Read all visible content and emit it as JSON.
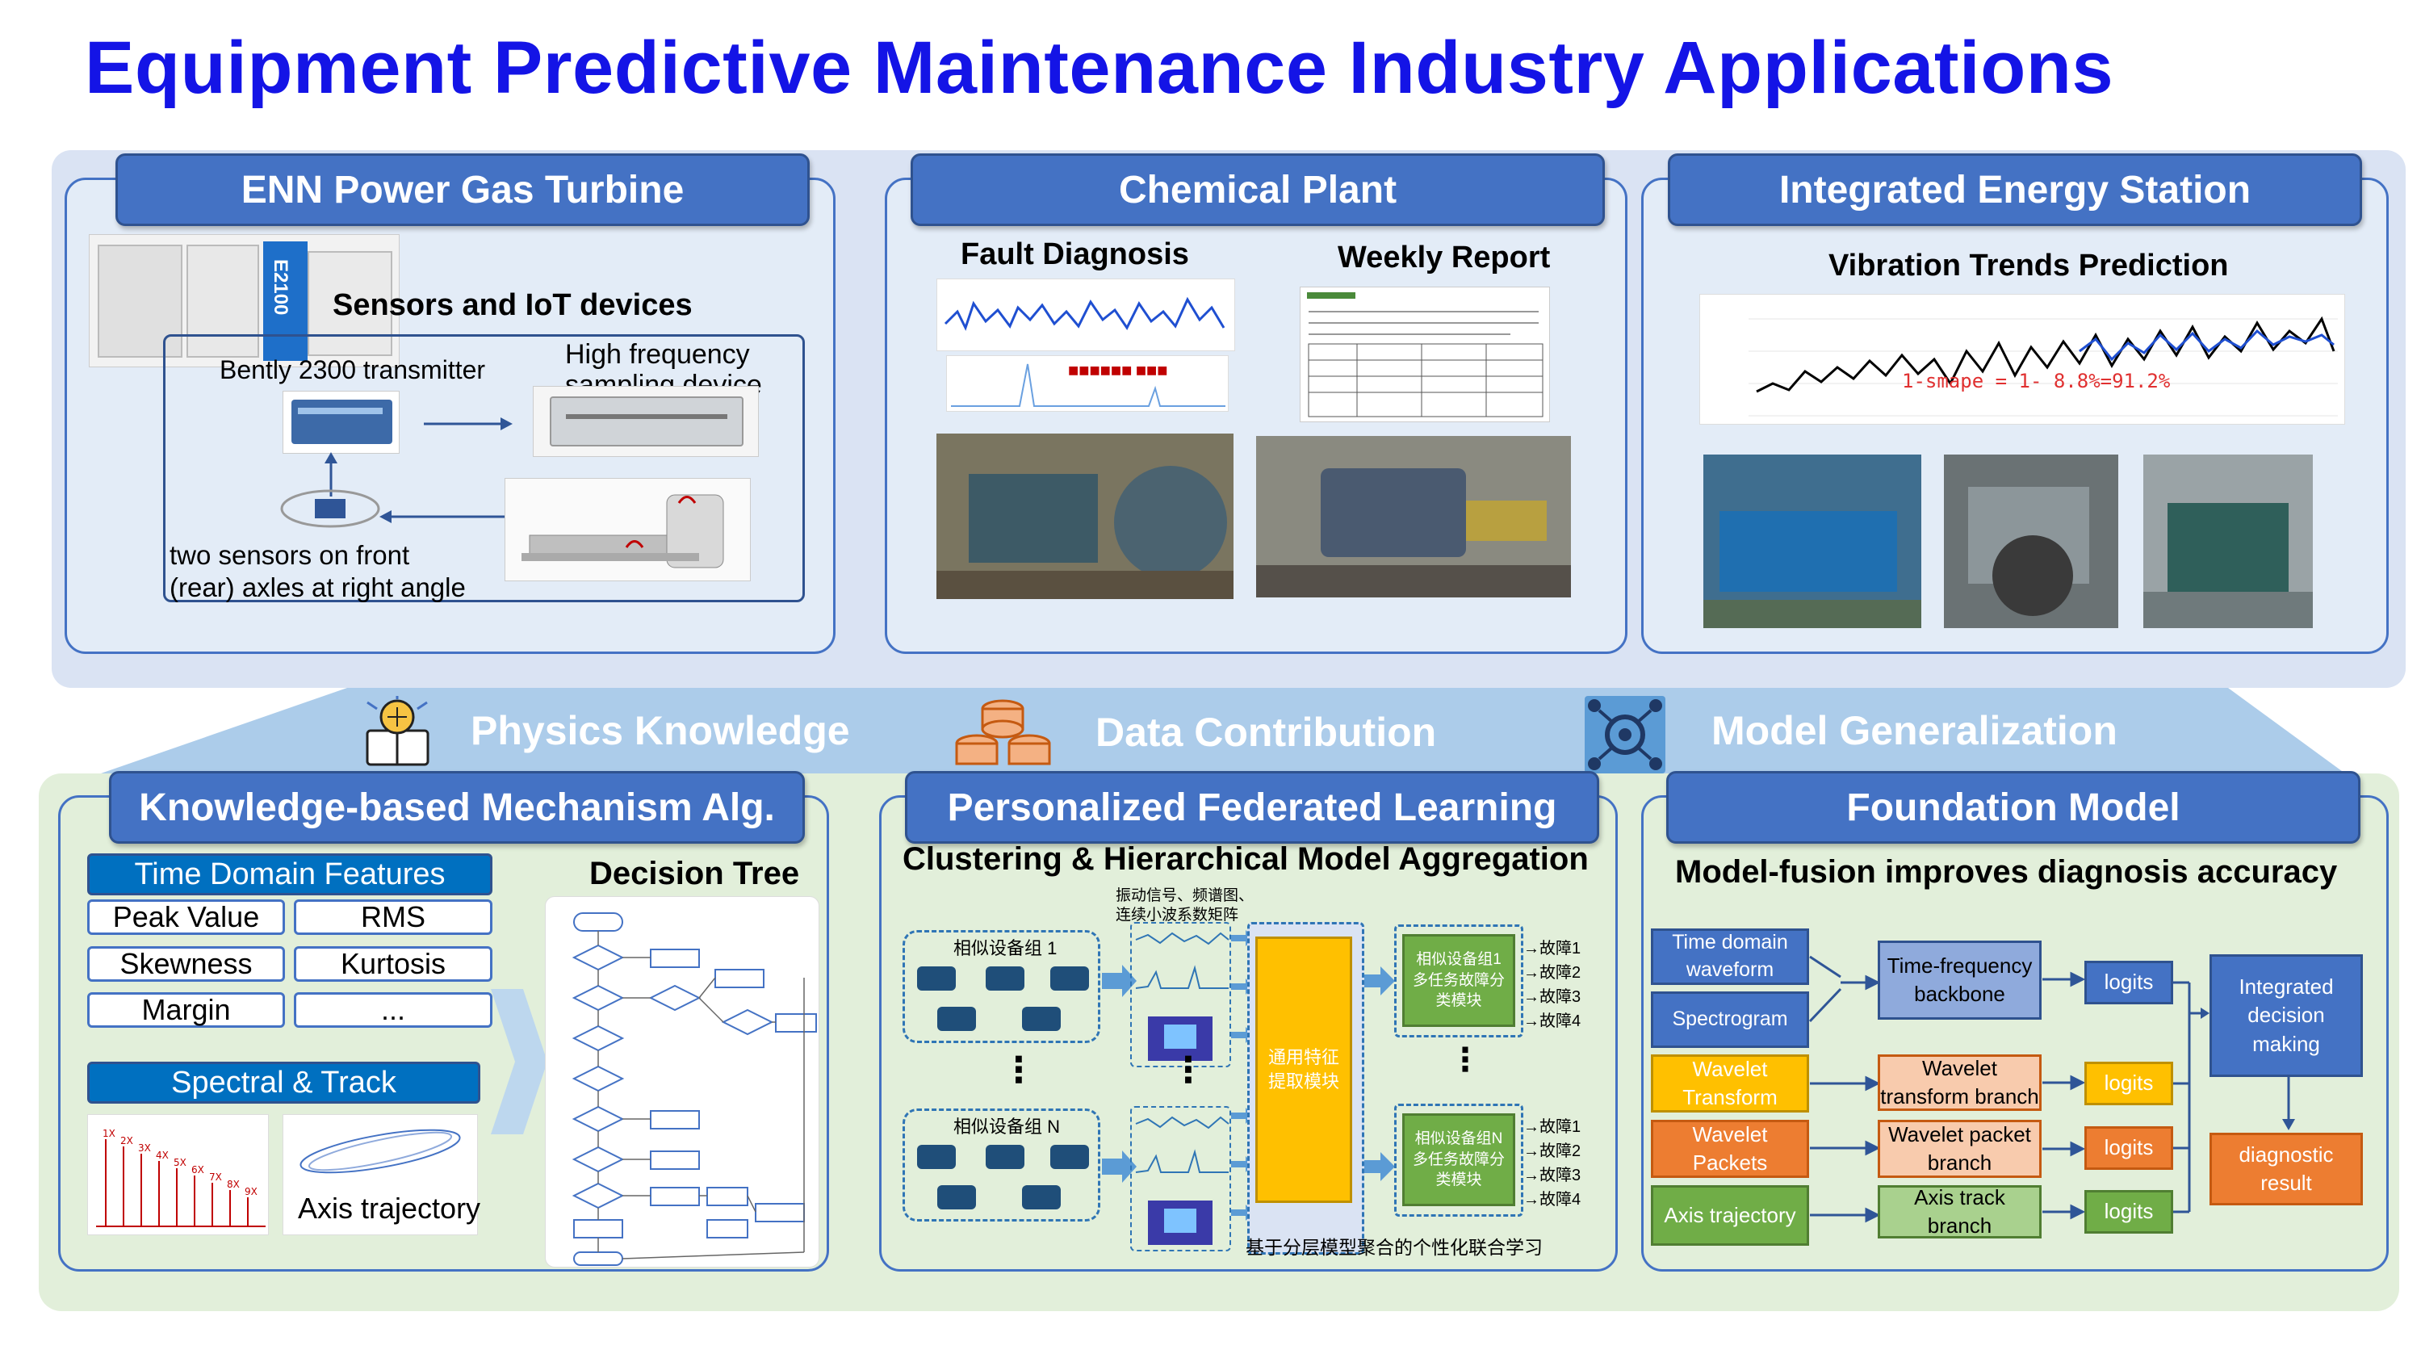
{
  "title": "Equipment Predictive Maintenance Industry Applications",
  "top": {
    "p1": {
      "header": "ENN Power Gas Turbine",
      "sensors_label": "Sensors and IoT devices",
      "bently": "Bently 2300 transmitter",
      "hf1": "High frequency",
      "hf2": "sampling device",
      "two1": "two sensors on front",
      "two2": "(rear) axles at right angle",
      "unit_text": "E2100"
    },
    "p2": {
      "header": "Chemical Plant",
      "fault": "Fault Diagnosis",
      "weekly": "Weekly Report"
    },
    "p3": {
      "header": "Integrated Energy Station",
      "vib": "Vibration Trends Prediction",
      "formula": "1-smape = 1- 8.8%=91.2%"
    }
  },
  "band": {
    "physics": "Physics Knowledge",
    "data": "Data Contribution",
    "model": "Model Generalization"
  },
  "bottom": {
    "p1": {
      "header": "Knowledge-based Mechanism Alg.",
      "tdf": "Time Domain Features",
      "peak": "Peak Value",
      "rms": "RMS",
      "skew": "Skewness",
      "kurt": "Kurtosis",
      "margin": "Margin",
      "dots": "...",
      "spectral": "Spectral & Track",
      "axis": "Axis trajectory",
      "dtree": "Decision Tree",
      "harmonics": [
        "1X",
        "2X",
        "3X",
        "4X",
        "5X",
        "6X",
        "7X",
        "8X",
        "9X"
      ]
    },
    "p2": {
      "header": "Personalized Federated Learning",
      "sub": "Clustering & Hierarchical Model Aggregation",
      "g1": "相似设备组 1",
      "gn": "相似设备组 N",
      "sig1": "振动信号、频谱图、",
      "sig2": "连续小波系数矩阵",
      "center": "通用特征提取模块",
      "m1": "相似设备组1多任务故障分类模块",
      "mn": "相似设备组N多任务故障分类模块",
      "faults": [
        "故障1",
        "故障2",
        "故障3",
        "故障4"
      ],
      "caption": "基于分层模型聚合的个性化联合学习",
      "vdots": "⋮"
    },
    "p3": {
      "header": "Foundation Model",
      "sub": "Model-fusion improves diagnosis accuracy",
      "tdw": "Time domain waveform",
      "spec": "Spectrogram",
      "wt": "Wavelet Transform",
      "wp": "Wavelet Packets",
      "at": "Axis trajectory",
      "tfb": "Time-frequency backbone",
      "wtb": "Wavelet transform branch",
      "wpb": "Wavelet packet branch",
      "atb": "Axis track branch",
      "logits": "logits",
      "idm": "Integrated decision making",
      "dr": "diagnostic result"
    }
  },
  "colors": {
    "title": "#1414e6",
    "header": "#4472c4",
    "top_band": "#dae3f3",
    "bottom_band": "#e2efda"
  }
}
